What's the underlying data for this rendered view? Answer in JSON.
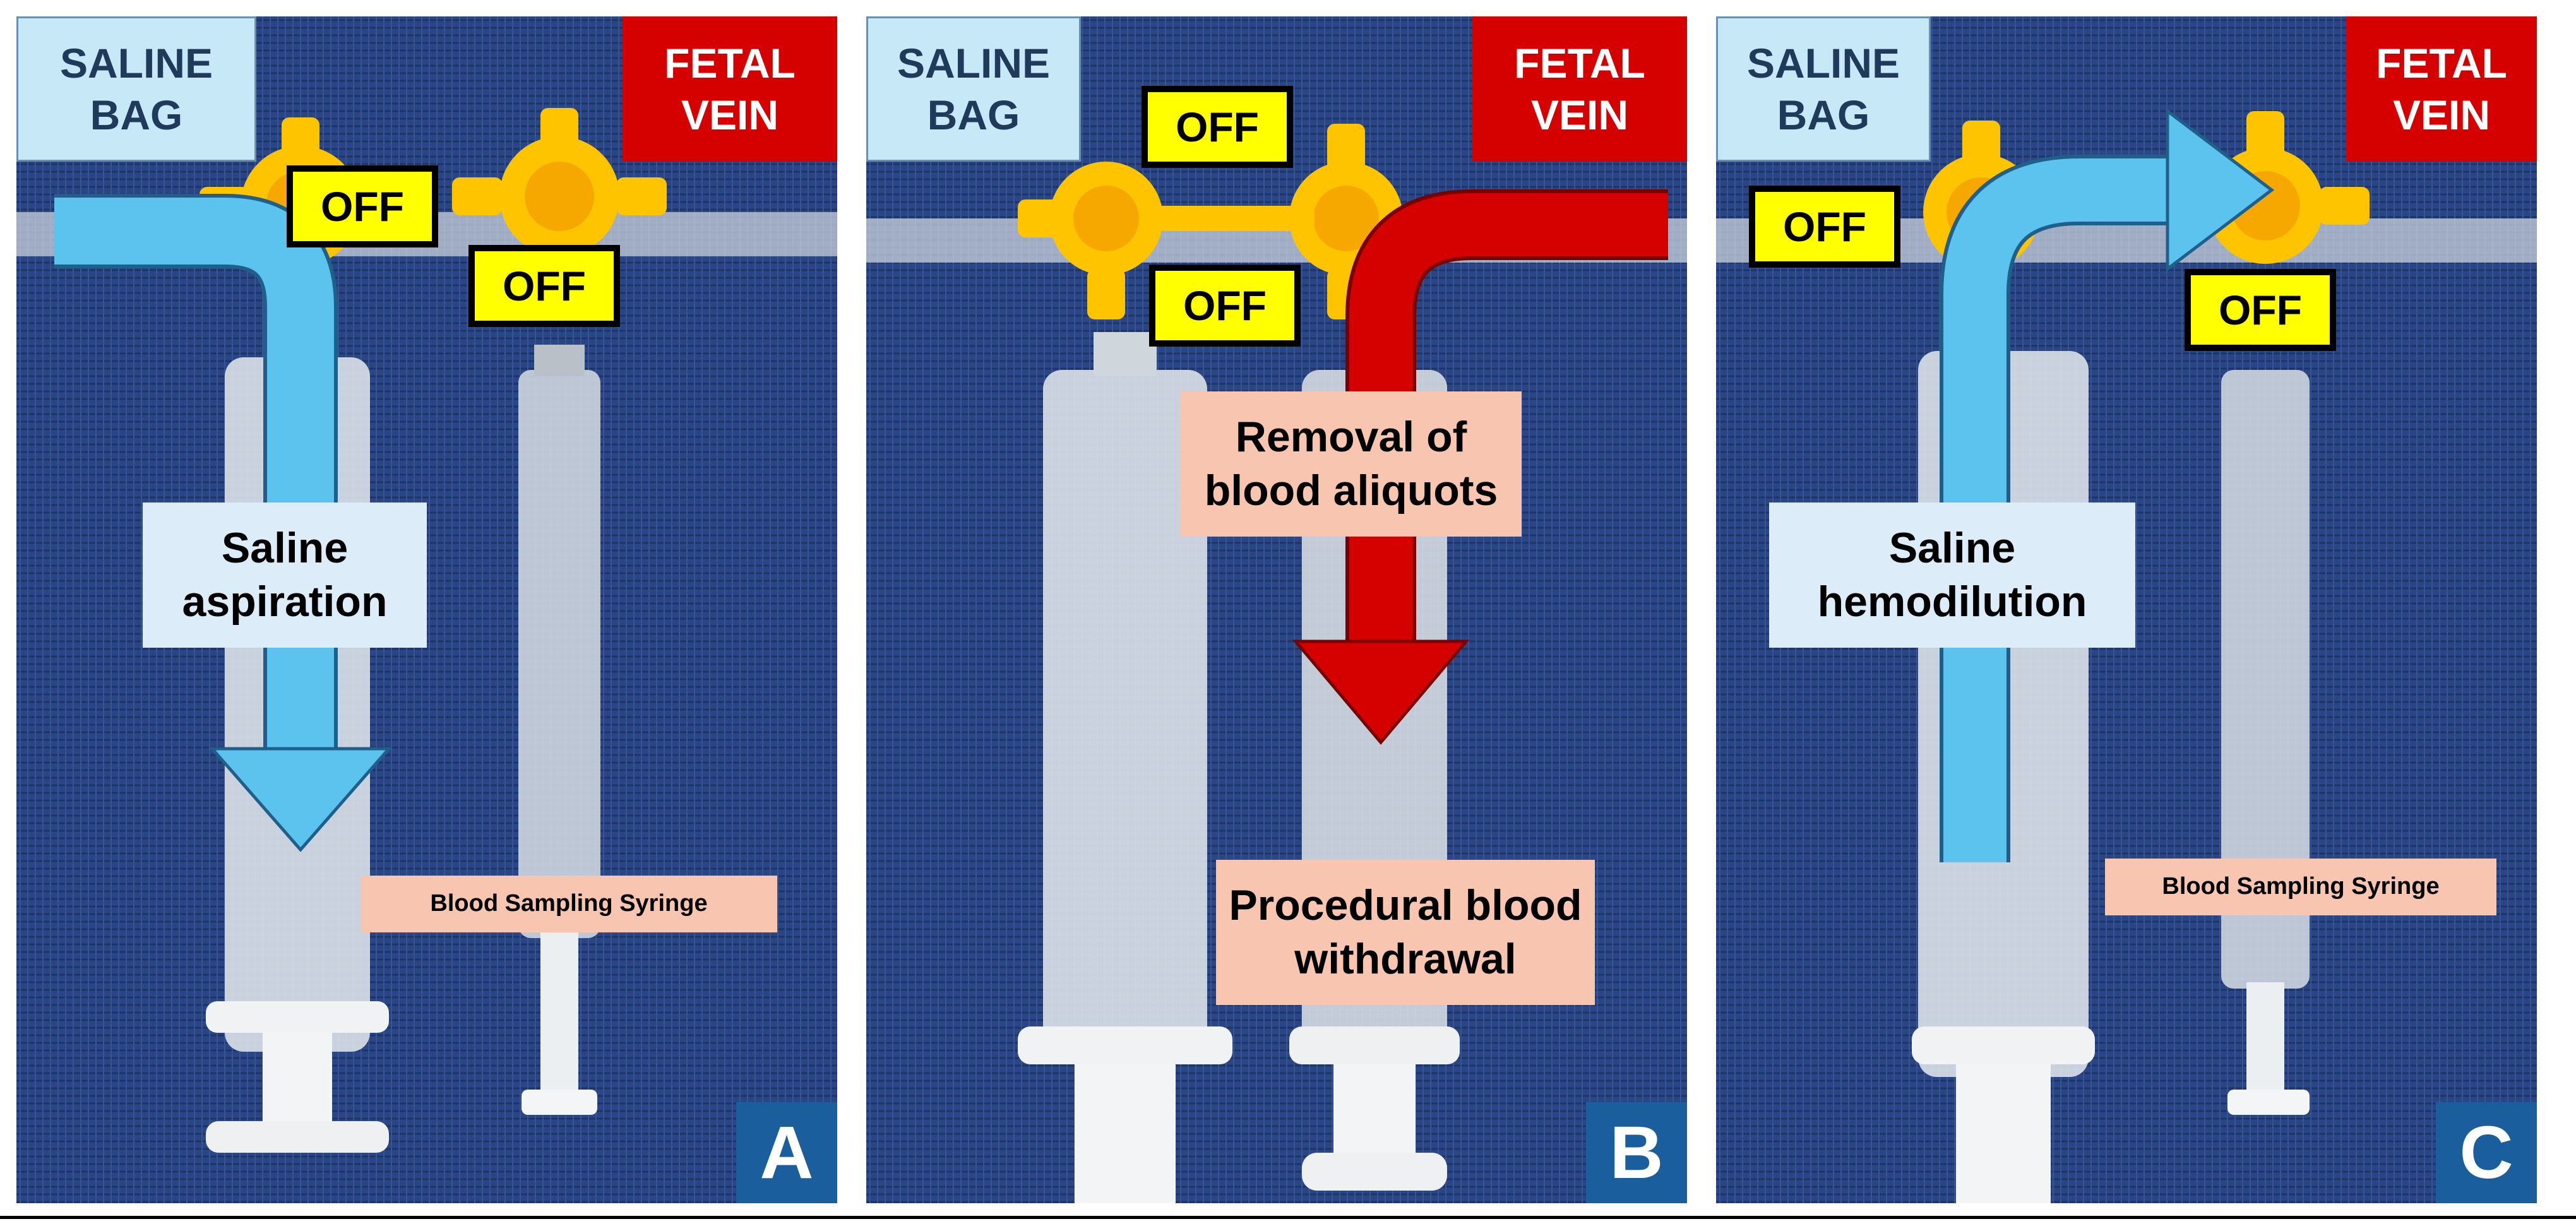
{
  "panels": [
    {
      "letter": "A",
      "saline_bag": "SALINE\nBAG",
      "fetal_vein": "FETAL\nVEIN",
      "off_labels": [
        "OFF",
        "OFF"
      ],
      "caption": "Saline\naspiration",
      "small_caption": "Blood Sampling Syringe"
    },
    {
      "letter": "B",
      "saline_bag": "SALINE\nBAG",
      "fetal_vein": "FETAL\nVEIN",
      "off_labels": [
        "OFF",
        "OFF"
      ],
      "caption": "Removal of\nblood aliquots",
      "caption2": "Procedural blood\nwithdrawal"
    },
    {
      "letter": "C",
      "saline_bag": "SALINE\nBAG",
      "fetal_vein": "FETAL\nVEIN",
      "off_labels": [
        "OFF",
        "OFF"
      ],
      "caption": "Saline\nhemodilution",
      "small_caption": "Blood Sampling Syringe"
    }
  ],
  "colors": {
    "drape": "#26407a",
    "saline_arrow": "#5bc3ee",
    "blood_arrow": "#d50000",
    "stopcock": "#ffc400",
    "panel_letter_bg": "#1a5e9e"
  },
  "icons": [
    "stopcock-icon",
    "syringe-icon",
    "flow-arrow-icon"
  ]
}
